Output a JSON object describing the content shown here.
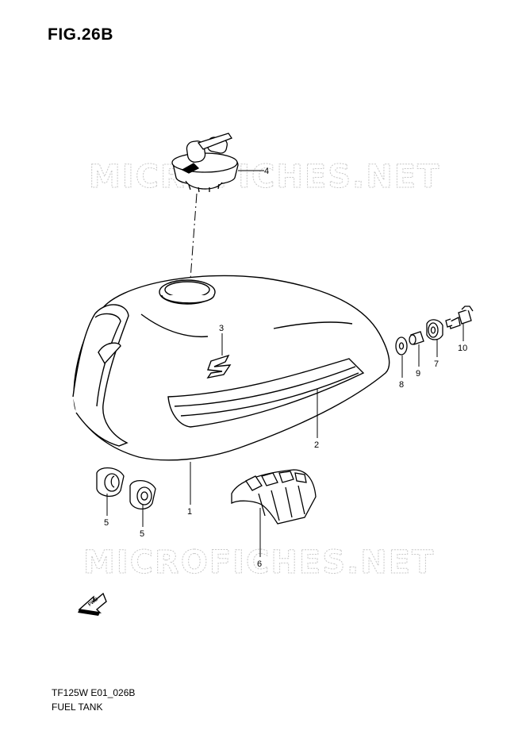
{
  "figure_title": "FIG.26B",
  "footer": {
    "code": "TF125W E01_026B",
    "name": "FUEL TANK"
  },
  "watermark": "MICROFICHES.NET",
  "fwd_label": "FWD",
  "parts": [
    {
      "ref": "1"
    },
    {
      "ref": "2"
    },
    {
      "ref": "3"
    },
    {
      "ref": "4"
    },
    {
      "ref": "5"
    },
    {
      "ref": "5"
    },
    {
      "ref": "6"
    },
    {
      "ref": "7"
    },
    {
      "ref": "8"
    },
    {
      "ref": "9"
    },
    {
      "ref": "10"
    }
  ]
}
